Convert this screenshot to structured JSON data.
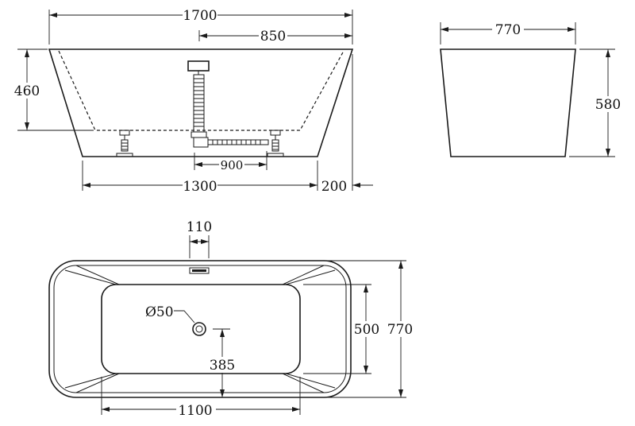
{
  "dimensions": {
    "side_length": "1700",
    "half_length": "850",
    "inner_depth": "460",
    "waste_spacing": "900",
    "base_length": "1300",
    "foot_height": "200",
    "end_width": "770",
    "end_height": "580",
    "overflow_width": "110",
    "drain_diameter": "Ø50",
    "inner_width": "500",
    "outer_width": "770",
    "drain_offset": "385",
    "inner_length": "1100"
  },
  "colors": {
    "line": "#1a1a1a",
    "background": "#ffffff"
  }
}
